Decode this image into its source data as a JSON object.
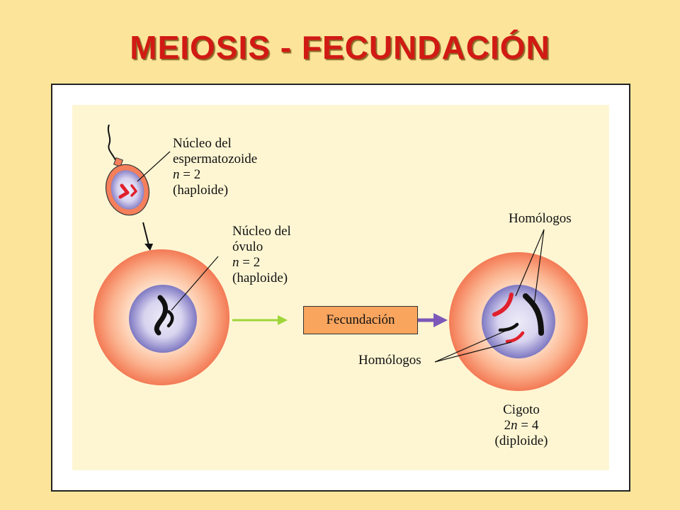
{
  "title": "MEIOSIS - FECUNDACIÓN",
  "sperm_label": {
    "line1": "Núcleo del",
    "line2": "espermatozoide",
    "n_symbol": "n",
    "n_value": " = 2",
    "ploidy": "(haploide)"
  },
  "ovum_label": {
    "line1": "Núcleo del",
    "line2": "óvulo",
    "n_symbol": "n",
    "n_value": " = 2",
    "ploidy": "(haploide)"
  },
  "process_label": "Fecundación",
  "homologos_top": "Homólogos",
  "homologos_bottom": "Homólogos",
  "zygote_label": {
    "line1": "Cigoto",
    "n_prefix": "2",
    "n_symbol": "n",
    "n_value": " = 4",
    "ploidy": "(diploide)"
  },
  "colors": {
    "title": "#D11A14",
    "background": "#FCE59A",
    "panel": "#FEF6D3",
    "cell_outer": "#F47F5B",
    "cell_inner": "#FFE8D2",
    "nucleus": "#7E78C2",
    "chromosome_red": "#E0202C",
    "chromosome_black": "#111111",
    "arrow_green": "#9ED63A",
    "arrow_purple": "#7C58B8",
    "process_box": "#F9A55E"
  }
}
